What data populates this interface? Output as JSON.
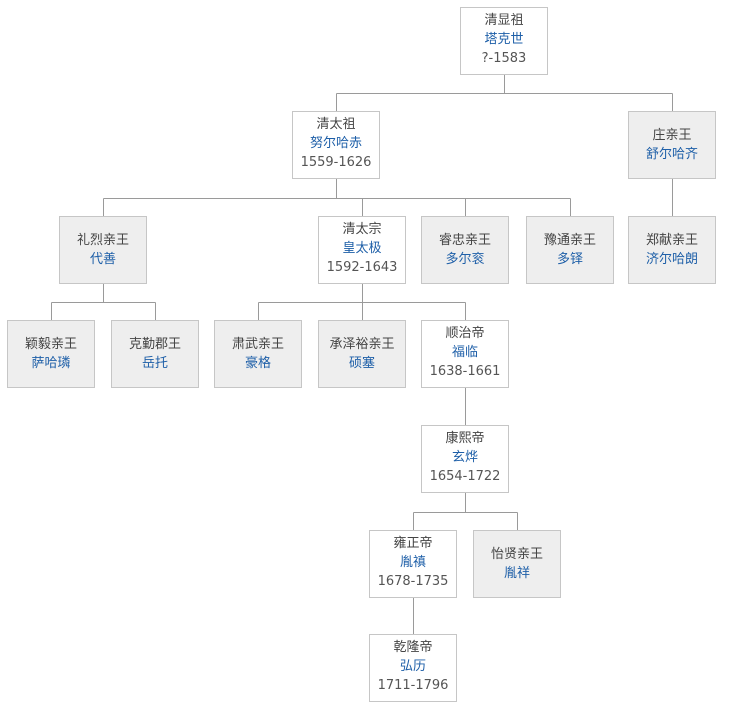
{
  "colors": {
    "title": "#444444",
    "name": "#1e5fa8",
    "years": "#555555",
    "line": "#9a9a9a",
    "box_border": "#c6c6c6",
    "gray_fill": "#eeeeee"
  },
  "nodes": [
    {
      "id": "qingxianzu",
      "title": "清显祖",
      "name": "塔克世",
      "years": "?-1583",
      "style": "white"
    },
    {
      "id": "qingtaizu",
      "title": "清太祖",
      "name": "努尔哈赤",
      "years": "1559-1626",
      "style": "white"
    },
    {
      "id": "zhuangqinwang",
      "title": "庄亲王",
      "name": "舒尔哈齐",
      "years": "",
      "style": "gray"
    },
    {
      "id": "lieqinwang",
      "title": "礼烈亲王",
      "name": "代善",
      "years": "",
      "style": "gray"
    },
    {
      "id": "qingtaizong",
      "title": "清太宗",
      "name": "皇太极",
      "years": "1592-1643",
      "style": "white"
    },
    {
      "id": "ruizhongqinwang",
      "title": "睿忠亲王",
      "name": "多尔衮",
      "years": "",
      "style": "gray"
    },
    {
      "id": "yutongqinwang",
      "title": "豫通亲王",
      "name": "多铎",
      "years": "",
      "style": "gray"
    },
    {
      "id": "zhengxianqinwang",
      "title": "郑献亲王",
      "name": "济尔哈朗",
      "years": "",
      "style": "gray"
    },
    {
      "id": "yingyiqinwang",
      "title": "颖毅亲王",
      "name": "萨哈璘",
      "years": "",
      "style": "gray"
    },
    {
      "id": "keqinjunwang",
      "title": "克勤郡王",
      "name": "岳托",
      "years": "",
      "style": "gray"
    },
    {
      "id": "suwuqinwang",
      "title": "肃武亲王",
      "name": "豪格",
      "years": "",
      "style": "gray"
    },
    {
      "id": "chengzeyuqinwang",
      "title": "承泽裕亲王",
      "name": "硕塞",
      "years": "",
      "style": "gray"
    },
    {
      "id": "shunzhidi",
      "title": "顺治帝",
      "name": "福临",
      "years": "1638-1661",
      "style": "white"
    },
    {
      "id": "kangxidi",
      "title": "康熙帝",
      "name": "玄烨",
      "years": "1654-1722",
      "style": "white"
    },
    {
      "id": "yongzhengdi",
      "title": "雍正帝",
      "name": "胤禛",
      "years": "1678-1735",
      "style": "white"
    },
    {
      "id": "yixianqinwang",
      "title": "怡贤亲王",
      "name": "胤祥",
      "years": "",
      "style": "gray"
    },
    {
      "id": "qianlongdi",
      "title": "乾隆帝",
      "name": "弘历",
      "years": "1711-1796",
      "style": "white"
    }
  ],
  "edges": [
    {
      "from": "qingxianzu",
      "to": "qingtaizu"
    },
    {
      "from": "qingxianzu",
      "to": "zhuangqinwang"
    },
    {
      "from": "qingtaizu",
      "to": "lieqinwang"
    },
    {
      "from": "qingtaizu",
      "to": "qingtaizong"
    },
    {
      "from": "qingtaizu",
      "to": "ruizhongqinwang"
    },
    {
      "from": "qingtaizu",
      "to": "yutongqinwang"
    },
    {
      "from": "zhuangqinwang",
      "to": "zhengxianqinwang"
    },
    {
      "from": "lieqinwang",
      "to": "yingyiqinwang"
    },
    {
      "from": "lieqinwang",
      "to": "keqinjunwang"
    },
    {
      "from": "qingtaizong",
      "to": "suwuqinwang"
    },
    {
      "from": "qingtaizong",
      "to": "chengzeyuqinwang"
    },
    {
      "from": "qingtaizong",
      "to": "shunzhidi"
    },
    {
      "from": "shunzhidi",
      "to": "kangxidi"
    },
    {
      "from": "kangxidi",
      "to": "yongzhengdi"
    },
    {
      "from": "kangxidi",
      "to": "yixianqinwang"
    },
    {
      "from": "yongzhengdi",
      "to": "qianlongdi"
    }
  ]
}
